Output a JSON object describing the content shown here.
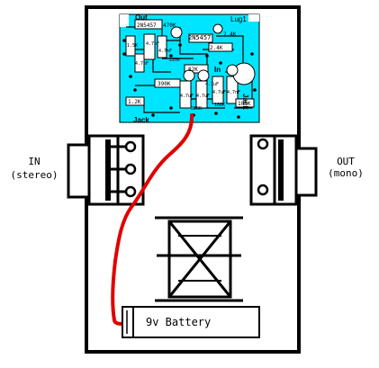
{
  "labels": {
    "input": "IN",
    "input_mode": "(stereo)",
    "output": "OUT",
    "output_mode": "(mono)",
    "battery": "9v Battery"
  },
  "pcb": {
    "out_label": "Out",
    "lug_label": "Lug1",
    "in_label": "In",
    "jack_label_left": "Jack",
    "jack_label_right": "Jack",
    "components": [
      "2N5457",
      "2N5457",
      "470K",
      "1.5K",
      "4.7nF",
      "2.4K",
      "82K",
      "390K",
      "4.7uF",
      "4.7uF",
      "4.7uF",
      "4.7nF",
      "4.7nF",
      "220K",
      "4.7nF",
      "1.2K",
      "220K",
      "100K",
      "4.7uF",
      "2.4K",
      "100K"
    ]
  },
  "colors": {
    "enclosure": "#000000",
    "pcb": "#00e5ff",
    "wire": "#e00000",
    "background": "#ffffff"
  }
}
